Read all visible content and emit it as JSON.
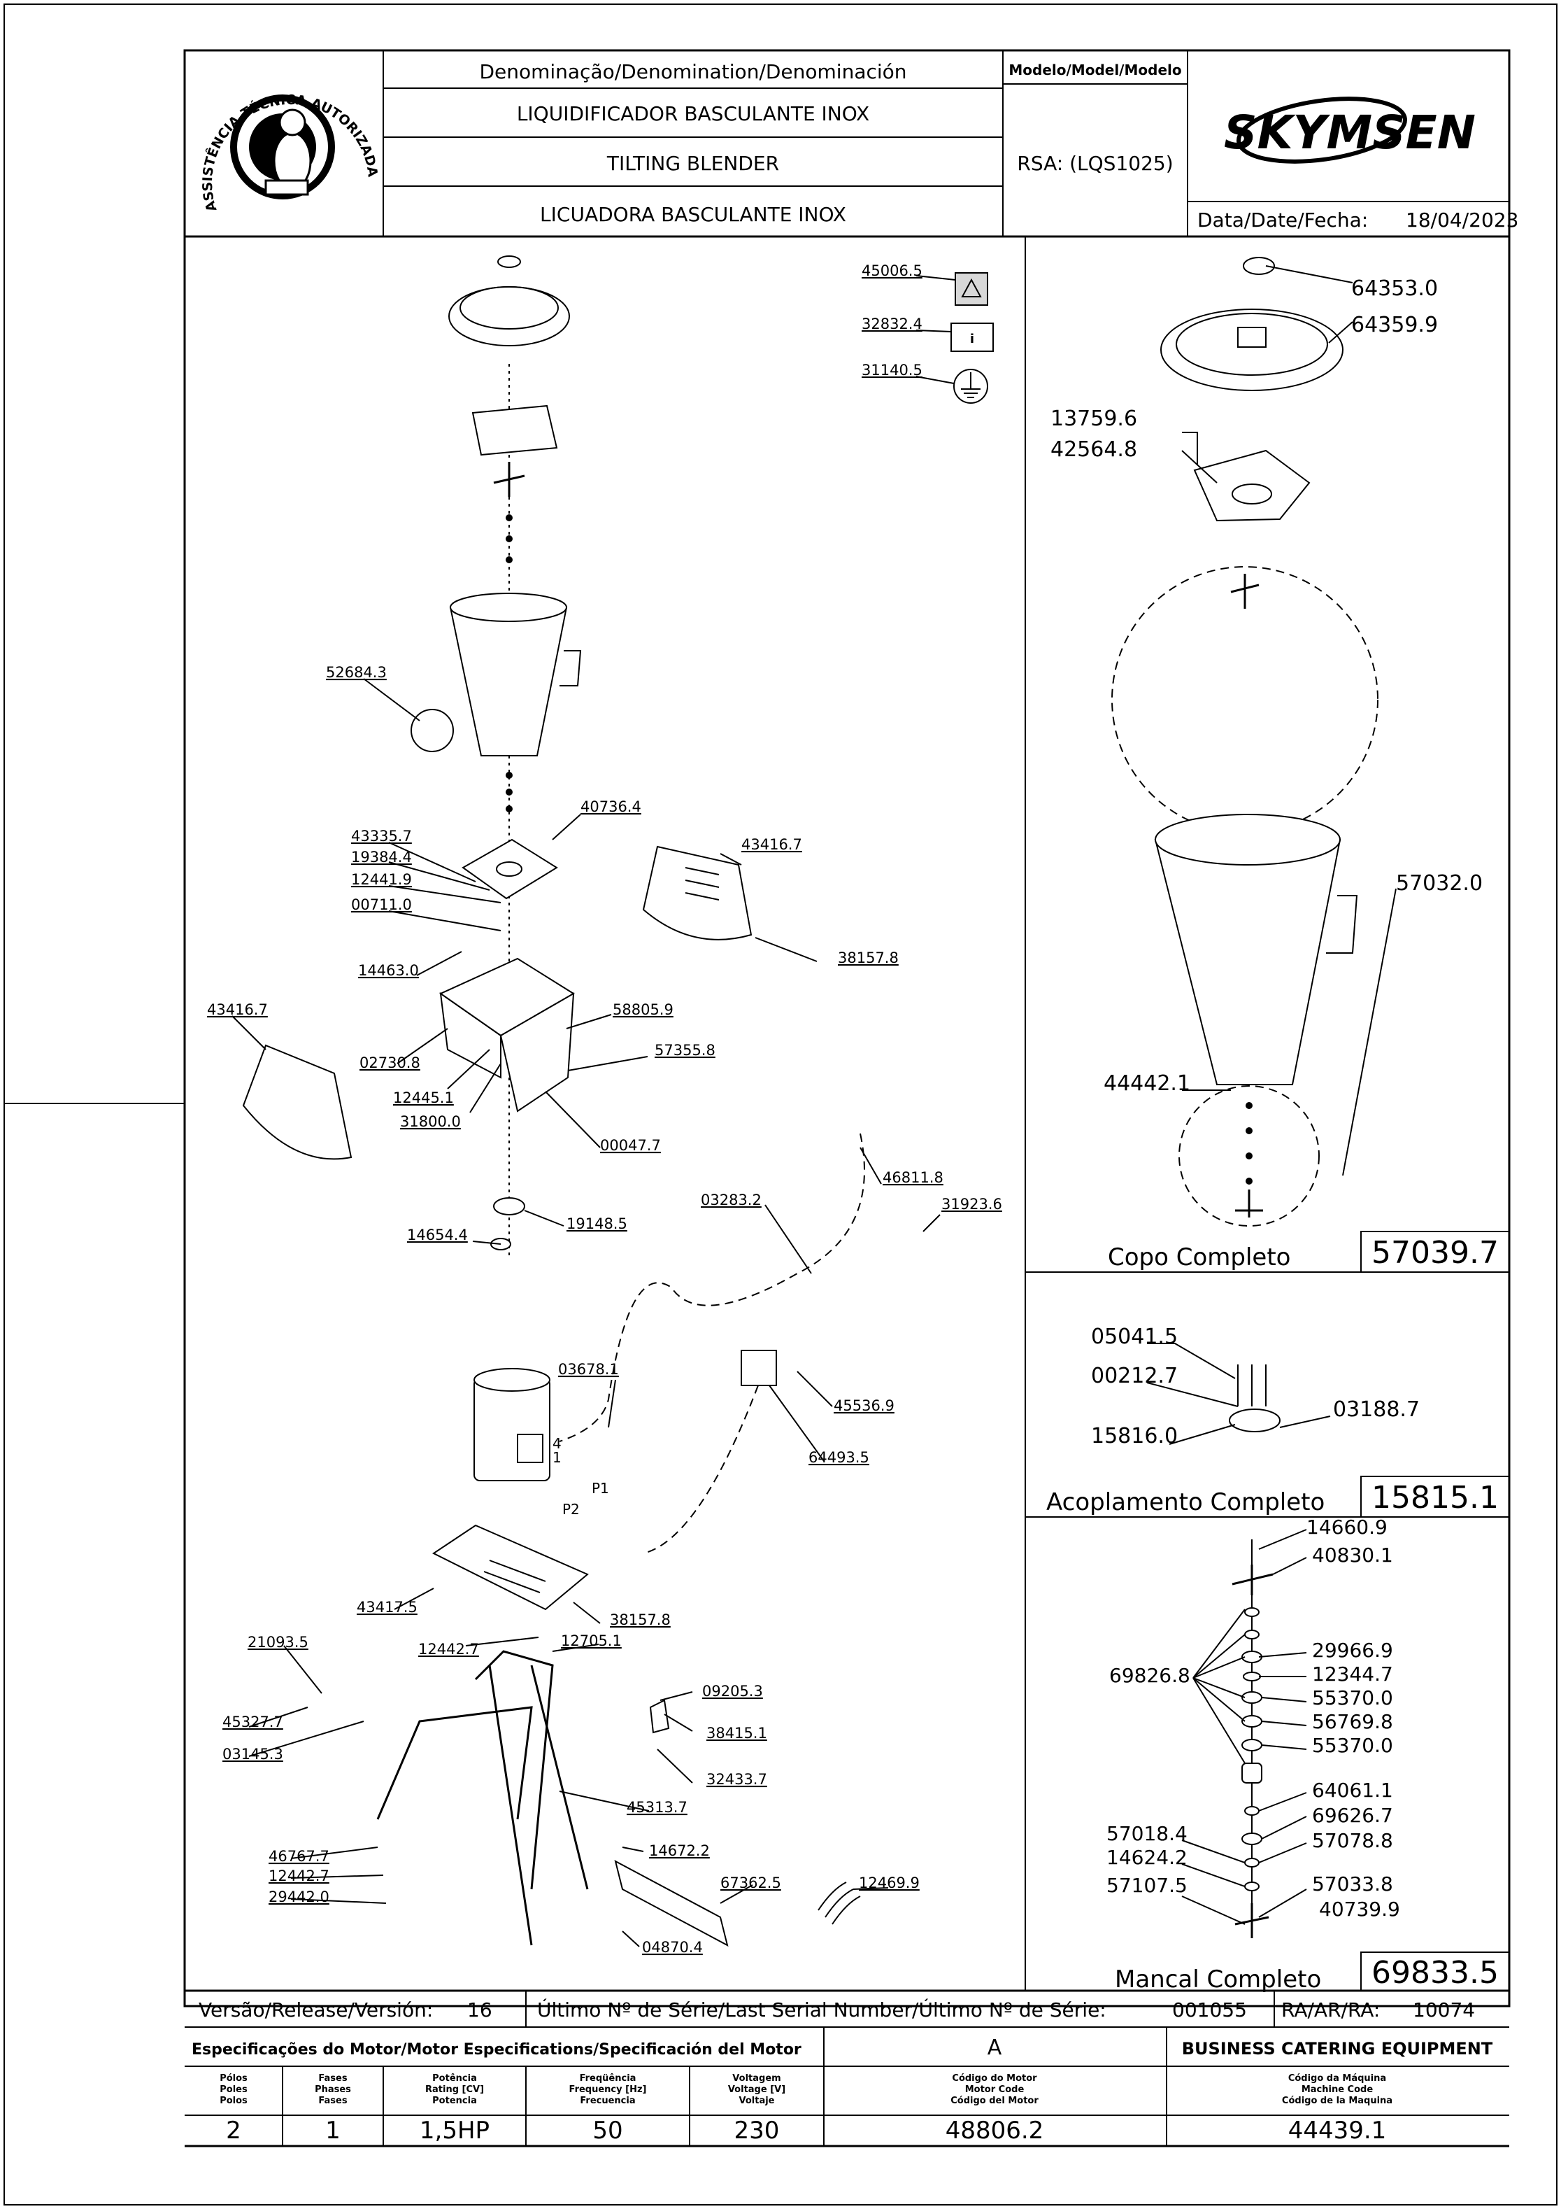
{
  "header": {
    "denomination_title": "Denominação/Denomination/Denominación",
    "name_pt": "LIQUIDIFICADOR  BASCULANTE  INOX",
    "name_en": "TILTING  BLENDER",
    "name_es": "LICUADORA  BASCULANTE  INOX",
    "model_label": "Modelo/Model/Modelo",
    "model_value": "RSA:  (LQS1025)",
    "brand": "SKYMSEN",
    "date_label": "Data/Date/Fecha:",
    "date_value": "18/04/2023",
    "logo_text": "ASSISTÊNCIA TÉCNICA AUTORIZADA"
  },
  "main_parts": [
    {
      "code": "45006.5"
    },
    {
      "code": "32832.4"
    },
    {
      "code": "31140.5"
    },
    {
      "code": "52684.3"
    },
    {
      "code": "40736.4"
    },
    {
      "code": "43335.7"
    },
    {
      "code": "19384.4"
    },
    {
      "code": "12441.9"
    },
    {
      "code": "00711.0"
    },
    {
      "code": "43416.7"
    },
    {
      "code": "38157.8"
    },
    {
      "code": "14463.0"
    },
    {
      "code": "58805.9"
    },
    {
      "code": "57355.8"
    },
    {
      "code": "43416.7"
    },
    {
      "code": "02730.8"
    },
    {
      "code": "12445.1"
    },
    {
      "code": "31800.0"
    },
    {
      "code": "00047.7"
    },
    {
      "code": "46811.8"
    },
    {
      "code": "03283.2"
    },
    {
      "code": "31923.6"
    },
    {
      "code": "19148.5"
    },
    {
      "code": "14654.4"
    },
    {
      "code": "03678.1"
    },
    {
      "code": "45536.9"
    },
    {
      "code": "64493.5"
    },
    {
      "code": "43417.5"
    },
    {
      "code": "38157.8"
    },
    {
      "code": "21093.5"
    },
    {
      "code": "12442.7"
    },
    {
      "code": "12705.1"
    },
    {
      "code": "09205.3"
    },
    {
      "code": "45327.7"
    },
    {
      "code": "38415.1"
    },
    {
      "code": "03145.3"
    },
    {
      "code": "32433.7"
    },
    {
      "code": "45313.7"
    },
    {
      "code": "14672.2"
    },
    {
      "code": "46767.7"
    },
    {
      "code": "67362.5"
    },
    {
      "code": "12442.7"
    },
    {
      "code": "12469.9"
    },
    {
      "code": "29442.0"
    },
    {
      "code": "04870.4"
    }
  ],
  "wire_labels": [
    "4",
    "1",
    "P1",
    "P2"
  ],
  "copo": {
    "title": "Copo  Completo",
    "code": "57039.7",
    "parts": [
      "64353.0",
      "64359.9",
      "13759.6",
      "42564.8",
      "57032.0",
      "44442.1"
    ]
  },
  "acoplamento": {
    "title": "Acoplamento  Completo",
    "code": "15815.1",
    "parts": [
      "05041.5",
      "00212.7",
      "03188.7",
      "15816.0"
    ]
  },
  "mancal": {
    "title": "Mancal  Completo",
    "code": "69833.5",
    "group_label": "69826.8",
    "parts": [
      "14660.9",
      "40830.1",
      "29966.9",
      "12344.7",
      "55370.0",
      "56769.8",
      "55370.0",
      "64061.1",
      "69626.7",
      "57018.4",
      "57078.8",
      "14624.2",
      "57107.5",
      "57033.8",
      "40739.9"
    ]
  },
  "footer": {
    "version_label": "Versão/Release/Versión:",
    "version_value": "16",
    "serial_label": "Último  Nº  de  Série/Last  Serial  Number/Último  Nº  de  Série:",
    "serial_value": "001055",
    "ra_label": "RA/AR/RA:",
    "ra_value": "10074",
    "motor_spec_title": "Especificações do Motor/Motor Especifications/Specificación del Motor",
    "motor_class": "A",
    "company": "BUSINESS  CATERING  EQUIPMENT",
    "columns": [
      {
        "h1": "Pólos",
        "h2": "Poles",
        "h3": "Polos",
        "value": "2"
      },
      {
        "h1": "Fases",
        "h2": "Phases",
        "h3": "Fases",
        "value": "1"
      },
      {
        "h1": "Potência",
        "h2": "Rating [CV]",
        "h3": "Potencia",
        "value": "1,5HP"
      },
      {
        "h1": "Freqüência",
        "h2": "Frequency [Hz]",
        "h3": "Frecuencia",
        "value": "50"
      },
      {
        "h1": "Voltagem",
        "h2": "Voltage [V]",
        "h3": "Voltaje",
        "value": "230"
      },
      {
        "h1": "Código do Motor",
        "h2": "Motor Code",
        "h3": "Código del Motor",
        "value": "48806.2"
      },
      {
        "h1": "Código da Máquina",
        "h2": "Machine Code",
        "h3": "Código de la Maquina",
        "value": "44439.1"
      }
    ]
  }
}
